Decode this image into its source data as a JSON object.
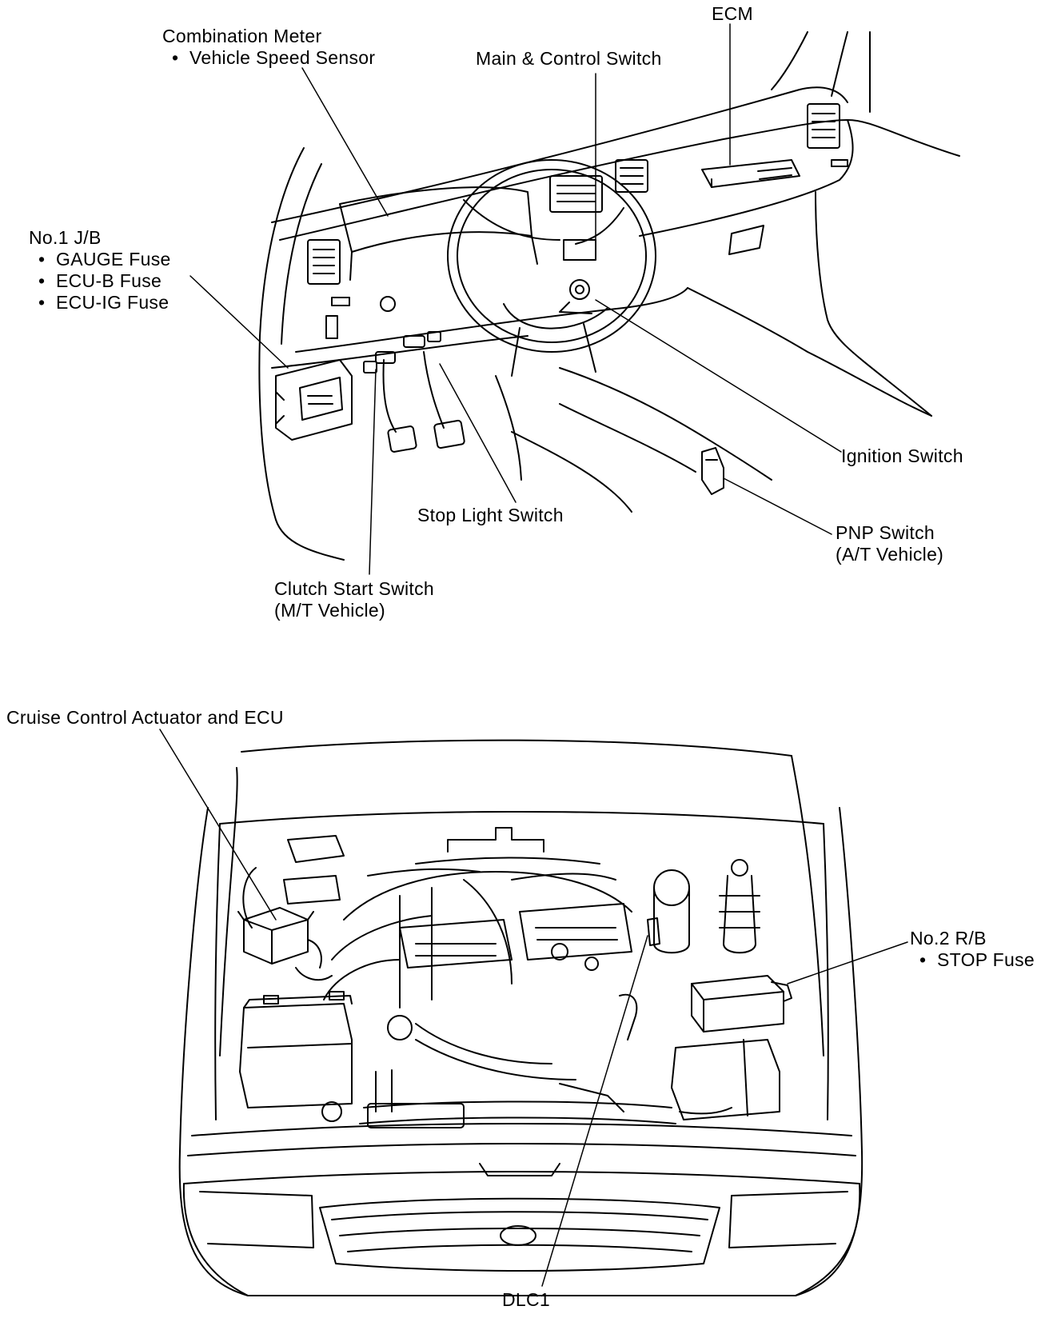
{
  "top_view": {
    "labels": {
      "ecm": "ECM",
      "combination_meter": "Combination Meter",
      "vehicle_speed_sensor": "Vehicle Speed Sensor",
      "main_control_switch": "Main & Control Switch",
      "jb1": "No.1 J/B",
      "gauge_fuse": "GAUGE Fuse",
      "ecu_b_fuse": "ECU-B Fuse",
      "ecu_ig_fuse": "ECU-IG Fuse",
      "ignition_switch": "Ignition Switch",
      "stop_light_switch": "Stop Light Switch",
      "pnp_switch": "PNP Switch",
      "pnp_note": "(A/T Vehicle)",
      "clutch_start_switch": "Clutch Start Switch",
      "clutch_note": "(M/T Vehicle)"
    }
  },
  "bottom_view": {
    "labels": {
      "cruise_actuator_ecu": "Cruise Control Actuator and ECU",
      "rb2": "No.2 R/B",
      "stop_fuse": "STOP Fuse",
      "dlc1": "DLC1"
    }
  },
  "colors": {
    "ink": "#000000",
    "paper": "#ffffff"
  }
}
